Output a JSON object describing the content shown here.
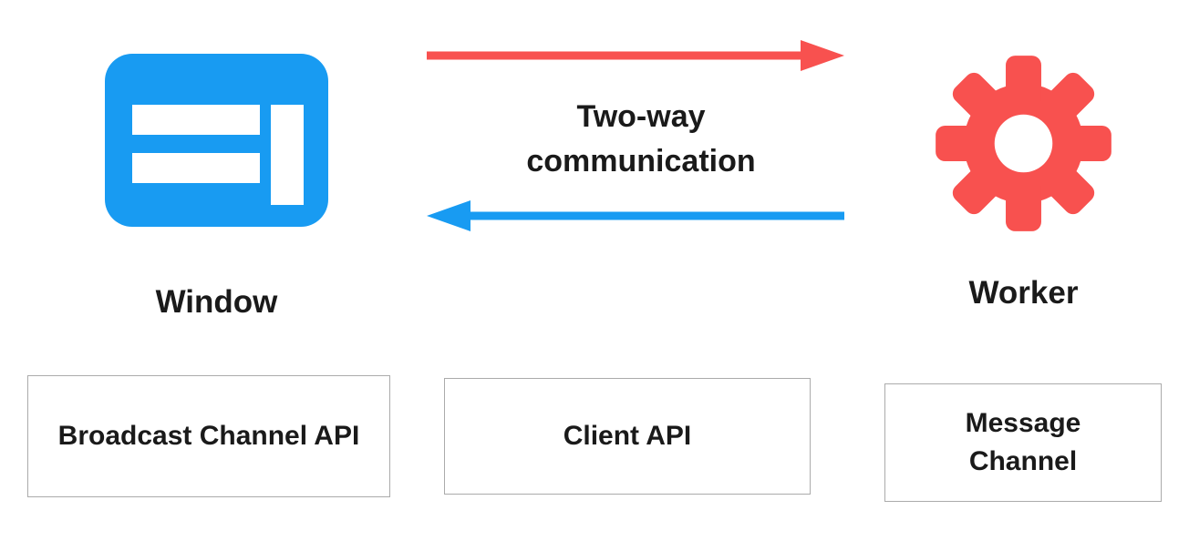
{
  "window_node": {
    "label": "Window"
  },
  "worker_node": {
    "label": "Worker"
  },
  "communication": {
    "label": "Two-way communication"
  },
  "boxes": [
    {
      "label": "Broadcast Channel API"
    },
    {
      "label": "Client API"
    },
    {
      "label": "Message Channel"
    }
  ],
  "colors": {
    "blue": "#189bf2",
    "red": "#f8514f",
    "text": "#1a1a1a",
    "box_border": "#ababab",
    "white": "#ffffff"
  }
}
